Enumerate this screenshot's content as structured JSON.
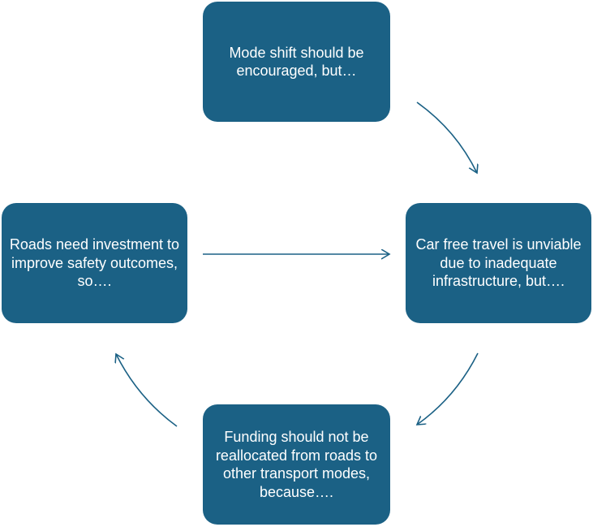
{
  "diagram": {
    "box_color": "#1b6185",
    "arrow_color": "#1b6185",
    "text_color": "#ffffff",
    "nodes": {
      "top": "Mode shift should be encouraged, but…",
      "right": "Car free travel is unviable due to inadequate infrastructure, but….",
      "bottom": "Funding should not be reallocated from roads to other transport modes, because….",
      "left": "Roads need investment to improve safety outcomes, so…."
    }
  }
}
